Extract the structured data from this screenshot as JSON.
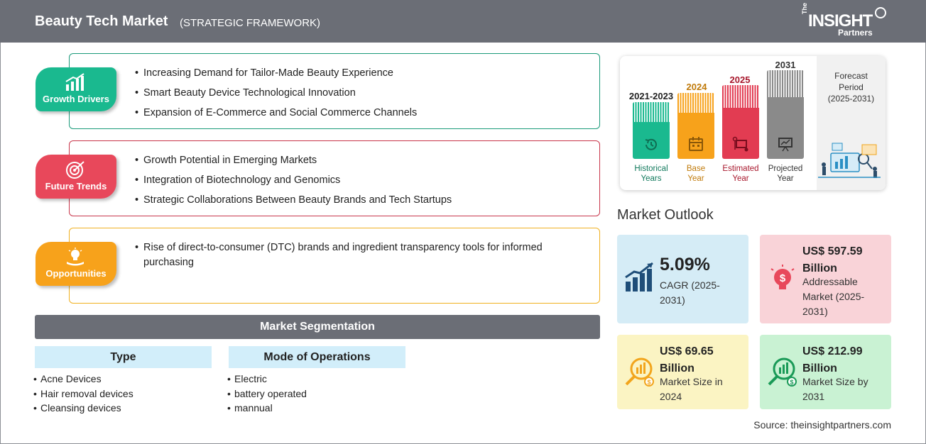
{
  "header": {
    "title": "Beauty Tech Market",
    "subtitle": "(STRATEGIC FRAMEWORK)"
  },
  "logo": {
    "the": "The",
    "insight": "INSIGHT",
    "partners": "Partners"
  },
  "factors": [
    {
      "label": "Growth Drivers",
      "color": "#1ab98f",
      "border": "#1a9a7a",
      "items": [
        "Increasing Demand for Tailor-Made Beauty Experience",
        "Smart Beauty Device Technological Innovation",
        "Expansion of E-Commerce and Social Commerce Channels"
      ]
    },
    {
      "label": "Future Trends",
      "color": "#e8485b",
      "border": "#c8354a",
      "items": [
        "Growth Potential in Emerging Markets",
        "Integration of Biotechnology and Genomics",
        "Strategic Collaborations Between Beauty Brands and Tech Startups"
      ]
    },
    {
      "label": "Opportunities",
      "color": "#f7a21b",
      "border": "#f0b020",
      "items": [
        "Rise of direct-to-consumer (DTC) brands and ingredient transparency tools for informed purchasing"
      ]
    }
  ],
  "segmentation": {
    "title": "Market Segmentation",
    "type": {
      "title": "Type",
      "items": [
        "Acne Devices",
        "Hair removal devices",
        "Cleansing devices"
      ]
    },
    "mode": {
      "title": "Mode of Operations",
      "items": [
        "Electric",
        "battery operated",
        "mannual"
      ]
    }
  },
  "timeline": {
    "historical": {
      "year": "2021-2023",
      "label1": "Historical",
      "label2": "Years",
      "color": "#1ab98f",
      "text_color": "#127a5d"
    },
    "base": {
      "year": "2024",
      "label1": "Base",
      "label2": "Year",
      "color": "#f7a21b",
      "text_color": "#c07a0a"
    },
    "estimated": {
      "year": "2025",
      "label1": "Estimated",
      "label2": "Year",
      "color": "#e23c52",
      "text_color": "#a8182d"
    },
    "projected": {
      "year": "2031",
      "label1": "Projected",
      "label2": "Year",
      "color": "#8a8a8a",
      "text_color": "#333333"
    },
    "forecast": {
      "line1": "Forecast",
      "line2": "Period",
      "line3": "(2025-2031)"
    }
  },
  "outlook": {
    "title": "Market Outlook",
    "cagr": {
      "value": "5.09%",
      "desc1": "CAGR (2025-",
      "desc2": "2031)",
      "bg": "#d5ecf6"
    },
    "addressable": {
      "value1": "US$ 597.59",
      "value2": "Billion",
      "desc1": "Addressable",
      "desc2": "Market (2025-",
      "desc3": "2031)",
      "bg": "#f9d3d8"
    },
    "size2024": {
      "value1": "US$ 69.65",
      "value2": "Billion",
      "desc1": "Market Size in",
      "desc2": "2024",
      "bg": "#fbf4c3"
    },
    "size2031": {
      "value1": "US$ 212.99",
      "value2": "Billion",
      "desc1": "Market Size by",
      "desc2": "2031",
      "bg": "#c9f2d3"
    }
  },
  "source": "Source: theinsightpartners.com"
}
